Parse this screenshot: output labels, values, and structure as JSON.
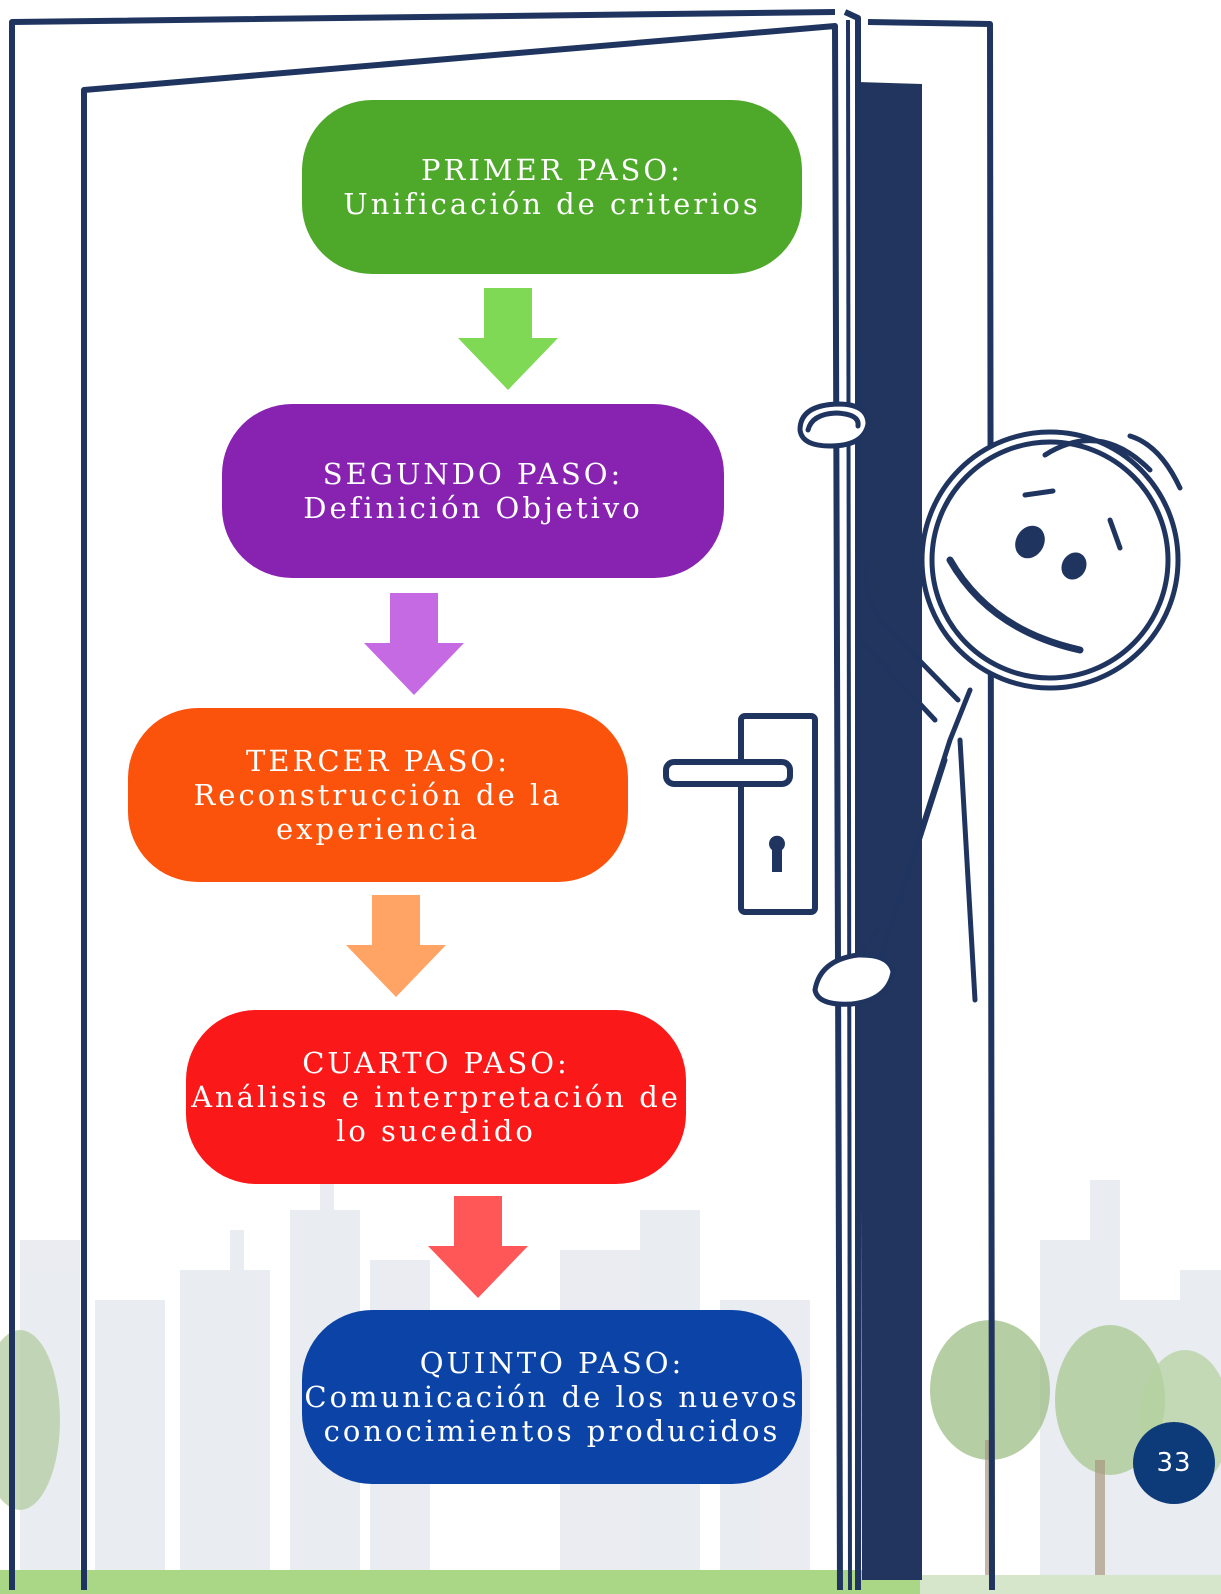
{
  "colors": {
    "door_outline": "#1f3560",
    "door_gap": "#22355e",
    "step1": "#4ea829",
    "arrow1": "#7fd955",
    "step2": "#8822b0",
    "arrow2": "#c66ae4",
    "step3": "#fb530c",
    "arrow3": "#ffa465",
    "step4": "#fb1818",
    "arrow4": "#ff5757",
    "step5": "#0b44a6",
    "page_badge": "#0d3b7a"
  },
  "steps": [
    {
      "title": "PRIMER PASO:",
      "line1": "Unificación de criterios",
      "line2": ""
    },
    {
      "title": "SEGUNDO PASO:",
      "line1": "Definición Objetivo",
      "line2": ""
    },
    {
      "title": "TERCER PASO:",
      "line1": "Reconstrucción de la",
      "line2": "experiencia"
    },
    {
      "title": "CUARTO PASO:",
      "line1": "Análisis e interpretación de",
      "line2": "lo sucedido"
    },
    {
      "title": "QUINTO PASO:",
      "line1": "Comunicación de los nuevos",
      "line2": "conocimientos producidos"
    }
  ],
  "page_number": "33",
  "illustration": {
    "figure": "stick-figure-peeking",
    "door": "open-door",
    "handle": "door-handle-icon",
    "background": "city-park-skyline"
  }
}
